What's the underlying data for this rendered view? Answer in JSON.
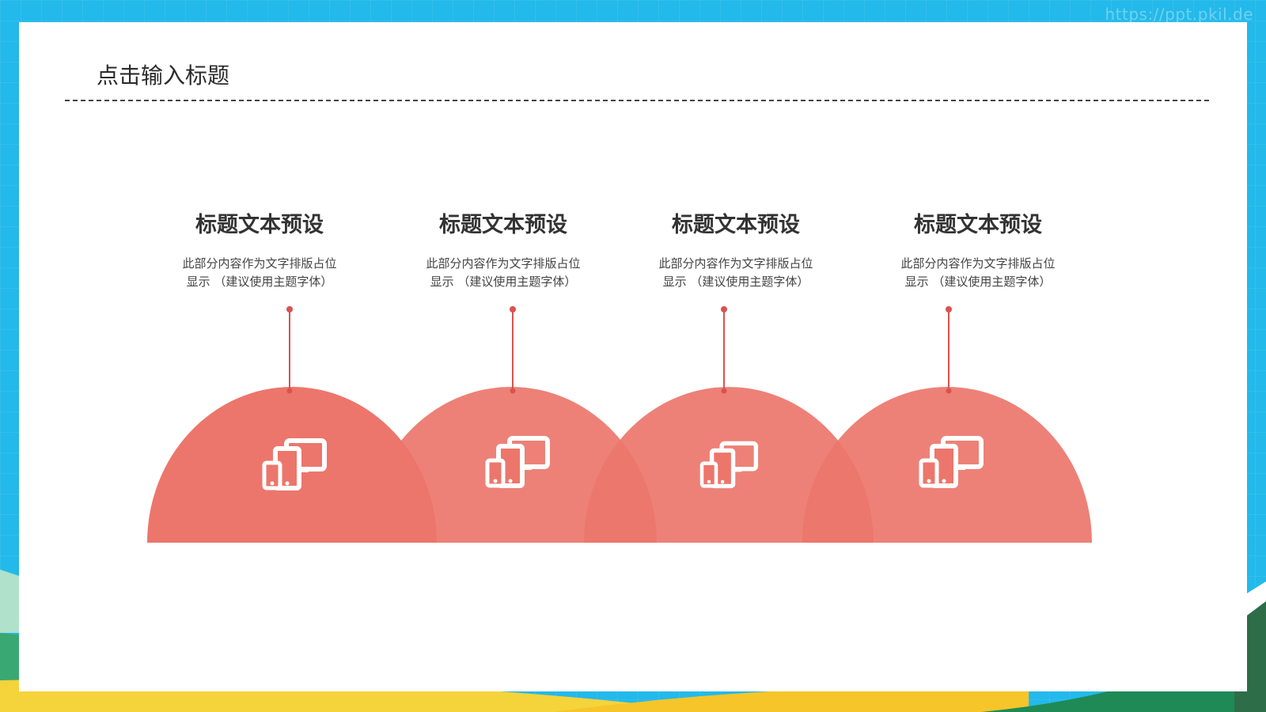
{
  "watermark": "https://ppt.pkil.de",
  "slide": {
    "title": "点击输入标题"
  },
  "items": [
    {
      "heading": "标题文本预设",
      "desc": "此部分内容作为文字排版占位\n显示 （建议使用主题字体）",
      "icon": "devices-icon"
    },
    {
      "heading": "标题文本预设",
      "desc": "此部分内容作为文字排版占位\n显示 （建议使用主题字体）",
      "icon": "devices-icon"
    },
    {
      "heading": "标题文本预设",
      "desc": "此部分内容作为文字排版占位\n显示 （建议使用主题字体）",
      "icon": "devices-icon"
    },
    {
      "heading": "标题文本预设",
      "desc": "此部分内容作为文字排版占位\n显示 （建议使用主题字体）",
      "icon": "devices-icon"
    }
  ],
  "colors": {
    "background": "#23b9ea",
    "arc": "#ec766b",
    "arc_overlap": "#e85c52",
    "connector": "#d9534f",
    "icon": "#ffffff"
  }
}
